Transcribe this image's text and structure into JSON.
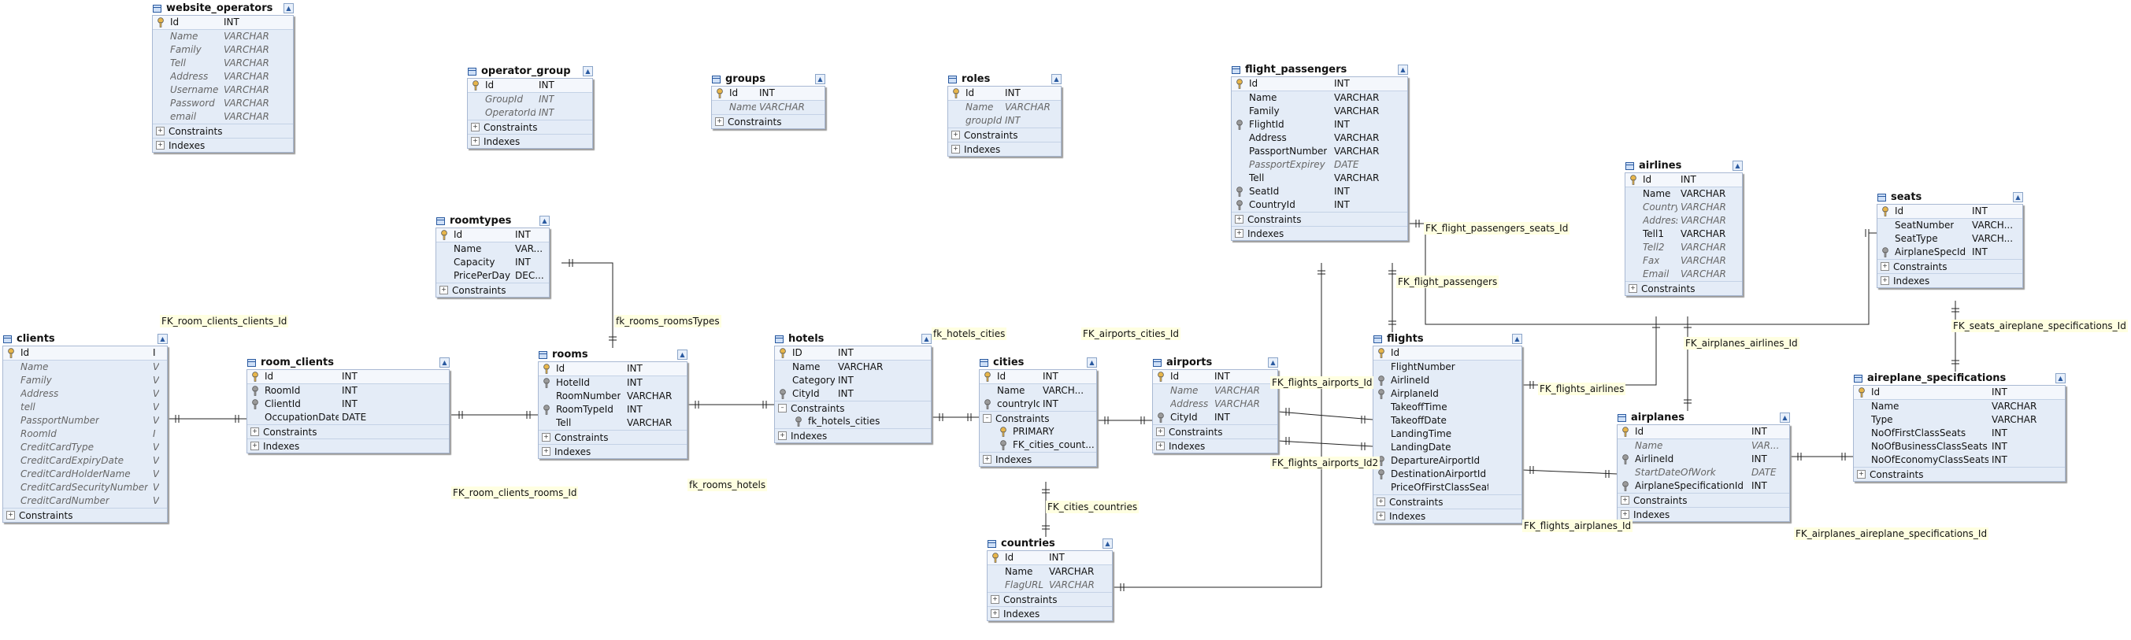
{
  "tables": [
    {
      "name": "website_operators",
      "key": "website_operators",
      "header": {
        "name": "Id",
        "type": "INT"
      },
      "columns": [
        {
          "name": "Name",
          "type": "VARCHAR",
          "italic": true
        },
        {
          "name": "Family",
          "type": "VARCHAR",
          "italic": true
        },
        {
          "name": "Tell",
          "type": "VARCHAR",
          "italic": true
        },
        {
          "name": "Address",
          "type": "VARCHAR",
          "italic": true
        },
        {
          "name": "Username",
          "type": "VARCHAR",
          "italic": true
        },
        {
          "name": "Password",
          "type": "VARCHAR",
          "italic": true
        },
        {
          "name": "email",
          "type": "VARCHAR",
          "italic": true
        }
      ],
      "groups": [
        {
          "label": "Constraints"
        },
        {
          "label": "Indexes"
        }
      ]
    },
    {
      "name": "operator_group",
      "key": "operator_group",
      "header": {
        "name": "Id",
        "type": "INT"
      },
      "columns": [
        {
          "name": "GroupId",
          "type": "INT",
          "italic": true
        },
        {
          "name": "OperatorId",
          "type": "INT",
          "italic": true
        }
      ],
      "groups": [
        {
          "label": "Constraints"
        },
        {
          "label": "Indexes"
        }
      ]
    },
    {
      "name": "groups",
      "key": "groups",
      "header": {
        "name": "Id",
        "type": "INT"
      },
      "columns": [
        {
          "name": "Name",
          "type": "VARCHAR",
          "italic": true
        }
      ],
      "groups": [
        {
          "label": "Constraints"
        }
      ]
    },
    {
      "name": "roles",
      "key": "roles",
      "header": {
        "name": "Id",
        "type": "INT"
      },
      "columns": [
        {
          "name": "Name",
          "type": "VARCHAR",
          "italic": true
        },
        {
          "name": "groupId",
          "type": "INT",
          "italic": true
        }
      ],
      "groups": [
        {
          "label": "Constraints"
        },
        {
          "label": "Indexes"
        }
      ]
    },
    {
      "name": "flight_passengers",
      "key": "flight_passengers",
      "header": {
        "name": "Id",
        "type": "INT"
      },
      "columns": [
        {
          "name": "Name",
          "type": "VARCHAR"
        },
        {
          "name": "Family",
          "type": "VARCHAR"
        },
        {
          "name": "FlightId",
          "type": "INT",
          "fk": true
        },
        {
          "name": "Address",
          "type": "VARCHAR"
        },
        {
          "name": "PassportNumber",
          "type": "VARCHAR"
        },
        {
          "name": "PassportExpirey",
          "type": "DATE",
          "italic": true
        },
        {
          "name": "Tell",
          "type": "VARCHAR"
        },
        {
          "name": "SeatId",
          "type": "INT",
          "fk": true
        },
        {
          "name": "CountryId",
          "type": "INT",
          "fk": true
        }
      ],
      "groups": [
        {
          "label": "Constraints"
        },
        {
          "label": "Indexes"
        }
      ]
    },
    {
      "name": "airlines",
      "key": "airlines",
      "header": {
        "name": "Id",
        "type": "INT"
      },
      "columns": [
        {
          "name": "Name",
          "type": "VARCHAR"
        },
        {
          "name": "Country",
          "type": "VARCHAR",
          "italic": true
        },
        {
          "name": "Address",
          "type": "VARCHAR",
          "italic": true
        },
        {
          "name": "Tell1",
          "type": "VARCHAR"
        },
        {
          "name": "Tell2",
          "type": "VARCHAR",
          "italic": true
        },
        {
          "name": "Fax",
          "type": "VARCHAR",
          "italic": true
        },
        {
          "name": "Email",
          "type": "VARCHAR",
          "italic": true
        }
      ],
      "groups": [
        {
          "label": "Constraints"
        }
      ]
    },
    {
      "name": "seats",
      "key": "seats",
      "header": {
        "name": "Id",
        "type": "INT"
      },
      "columns": [
        {
          "name": "SeatNumber",
          "type": "VARCH..."
        },
        {
          "name": "SeatType",
          "type": "VARCH..."
        },
        {
          "name": "AirplaneSpecId",
          "type": "INT",
          "fk": true
        }
      ],
      "groups": [
        {
          "label": "Constraints"
        },
        {
          "label": "Indexes"
        }
      ]
    },
    {
      "name": "roomtypes",
      "key": "roomtypes",
      "header": {
        "name": "Id",
        "type": "INT"
      },
      "columns": [
        {
          "name": "Name",
          "type": "VAR..."
        },
        {
          "name": "Capacity",
          "type": "INT"
        },
        {
          "name": "PricePerDay",
          "type": "DEC..."
        }
      ],
      "groups": [
        {
          "label": "Constraints"
        }
      ]
    },
    {
      "name": "clients",
      "key": "clients",
      "header": {
        "name": "Id",
        "type": "I"
      },
      "columns": [
        {
          "name": "Name",
          "type": "V",
          "italic": true
        },
        {
          "name": "Family",
          "type": "V",
          "italic": true
        },
        {
          "name": "Address",
          "type": "V",
          "italic": true
        },
        {
          "name": "tell",
          "type": "V",
          "italic": true
        },
        {
          "name": "PassportNumber",
          "type": "V",
          "italic": true
        },
        {
          "name": "RoomId",
          "type": "I",
          "italic": true
        },
        {
          "name": "CreditCardType",
          "type": "V",
          "italic": true
        },
        {
          "name": "CreditCardExpiryDate",
          "type": "V",
          "italic": true
        },
        {
          "name": "CreditCardHolderName",
          "type": "V",
          "italic": true
        },
        {
          "name": "CreditCardSecurityNumber",
          "type": "V",
          "italic": true
        },
        {
          "name": "CreditCardNumber",
          "type": "V",
          "italic": true
        }
      ],
      "groups": [
        {
          "label": "Constraints"
        }
      ]
    },
    {
      "name": "room_clients",
      "key": "room_clients",
      "header": {
        "name": "Id",
        "type": "INT"
      },
      "columns": [
        {
          "name": "RoomId",
          "type": "INT",
          "fk": true
        },
        {
          "name": "ClientId",
          "type": "INT",
          "fk": true
        },
        {
          "name": "OccupationDate",
          "type": "DATE"
        }
      ],
      "groups": [
        {
          "label": "Constraints"
        },
        {
          "label": "Indexes"
        }
      ]
    },
    {
      "name": "rooms",
      "key": "rooms",
      "header": {
        "name": "Id",
        "type": "INT"
      },
      "columns": [
        {
          "name": "HotelId",
          "type": "INT",
          "fk": true
        },
        {
          "name": "RoomNumber",
          "type": "VARCHAR"
        },
        {
          "name": "RoomTypeId",
          "type": "INT",
          "fk": true
        },
        {
          "name": "Tell",
          "type": "VARCHAR"
        }
      ],
      "groups": [
        {
          "label": "Constraints"
        },
        {
          "label": "Indexes"
        }
      ]
    },
    {
      "name": "hotels",
      "key": "hotels",
      "header": {
        "name": "ID",
        "type": "INT"
      },
      "columns": [
        {
          "name": "Name",
          "type": "VARCHAR"
        },
        {
          "name": "Category",
          "type": "INT"
        },
        {
          "name": "CityId",
          "type": "INT",
          "fk": true
        }
      ],
      "groups": [
        {
          "label": "Constraints",
          "open": true,
          "items": [
            "fk_hotels_cities"
          ]
        },
        {
          "label": "Indexes"
        }
      ]
    },
    {
      "name": "cities",
      "key": "cities",
      "header": {
        "name": "Id",
        "type": "INT"
      },
      "columns": [
        {
          "name": "Name",
          "type": "VARCH..."
        },
        {
          "name": "countryId",
          "type": "INT",
          "fk": true
        }
      ],
      "groups": [
        {
          "label": "Constraints",
          "open": true,
          "items": [
            "PRIMARY",
            "FK_cities_count..."
          ]
        },
        {
          "label": "Indexes"
        }
      ]
    },
    {
      "name": "airports",
      "key": "airports",
      "header": {
        "name": "Id",
        "type": "INT"
      },
      "columns": [
        {
          "name": "Name",
          "type": "VARCHAR",
          "italic": true
        },
        {
          "name": "Address",
          "type": "VARCHAR",
          "italic": true
        },
        {
          "name": "CityId",
          "type": "INT",
          "fk": true
        }
      ],
      "groups": [
        {
          "label": "Constraints"
        },
        {
          "label": "Indexes"
        }
      ]
    },
    {
      "name": "flights",
      "key": "flights",
      "header": {
        "name": "Id",
        "type": ""
      },
      "columns": [
        {
          "name": "FlightNumber",
          "type": ""
        },
        {
          "name": "AirlineId",
          "type": "",
          "fk": true
        },
        {
          "name": "AirplaneId",
          "type": "",
          "fk": true
        },
        {
          "name": "TakeoffTime",
          "type": ""
        },
        {
          "name": "TakeoffDate",
          "type": ""
        },
        {
          "name": "LandingTime",
          "type": ""
        },
        {
          "name": "LandingDate",
          "type": ""
        },
        {
          "name": "DepartureAirportId",
          "type": "",
          "fk": true
        },
        {
          "name": "DestinationAirportId",
          "type": "",
          "fk": true
        },
        {
          "name": "PriceOfFirstClassSeats",
          "type": ""
        }
      ],
      "groups": [
        {
          "label": "Constraints"
        },
        {
          "label": "Indexes"
        }
      ]
    },
    {
      "name": "countries",
      "key": "countries",
      "header": {
        "name": "Id",
        "type": "INT"
      },
      "columns": [
        {
          "name": "Name",
          "type": "VARCHAR"
        },
        {
          "name": "FlagURL",
          "type": "VARCHAR",
          "italic": true
        }
      ],
      "groups": [
        {
          "label": "Constraints"
        },
        {
          "label": "Indexes"
        }
      ]
    },
    {
      "name": "airplanes",
      "key": "airplanes",
      "header": {
        "name": "Id",
        "type": "INT"
      },
      "columns": [
        {
          "name": "Name",
          "type": "VAR...",
          "italic": true
        },
        {
          "name": "AirlineId",
          "type": "INT",
          "fk": true
        },
        {
          "name": "StartDateOfWork",
          "type": "DATE",
          "italic": true
        },
        {
          "name": "AirplaneSpecificationId",
          "type": "INT",
          "fk": true
        }
      ],
      "groups": [
        {
          "label": "Constraints"
        },
        {
          "label": "Indexes"
        }
      ]
    },
    {
      "name": "aireplane_specifications",
      "key": "aireplane_specifications",
      "header": {
        "name": "Id",
        "type": "INT"
      },
      "columns": [
        {
          "name": "Name",
          "type": "VARCHAR"
        },
        {
          "name": "Type",
          "type": "VARCHAR"
        },
        {
          "name": "NoOfFirstClassSeats",
          "type": "INT"
        },
        {
          "name": "NoOfBusinessClassSeats",
          "type": "INT"
        },
        {
          "name": "NoOfEconomyClassSeats",
          "type": "INT"
        }
      ],
      "groups": [
        {
          "label": "Constraints"
        }
      ]
    }
  ],
  "relationships": [
    "FK_room_clients_clients_Id",
    "fk_rooms_roomsTypes",
    "fk_hotels_cities",
    "FK_airports_cities_Id",
    "FK_flight_passengers_seats_Id",
    "FK_flight_passengers",
    "FK_seats_aireplane_specifications_Id",
    "FK_airplanes_airlines_Id",
    "FK_flights_airlines",
    "FK_flights_airports_Id",
    "FK_flights_airports_Id2",
    "FK_room_clients_rooms_Id",
    "fk_rooms_hotels",
    "FK_cities_countries",
    "FK_flights_airplanes_Id",
    "FK_airplanes_aireplane_specifications_Id"
  ],
  "icons": {
    "table": "table-icon",
    "key": "primary-key-icon",
    "fk": "foreign-key-icon",
    "collapse": "collapse-icon",
    "expand": "expand-icon"
  }
}
